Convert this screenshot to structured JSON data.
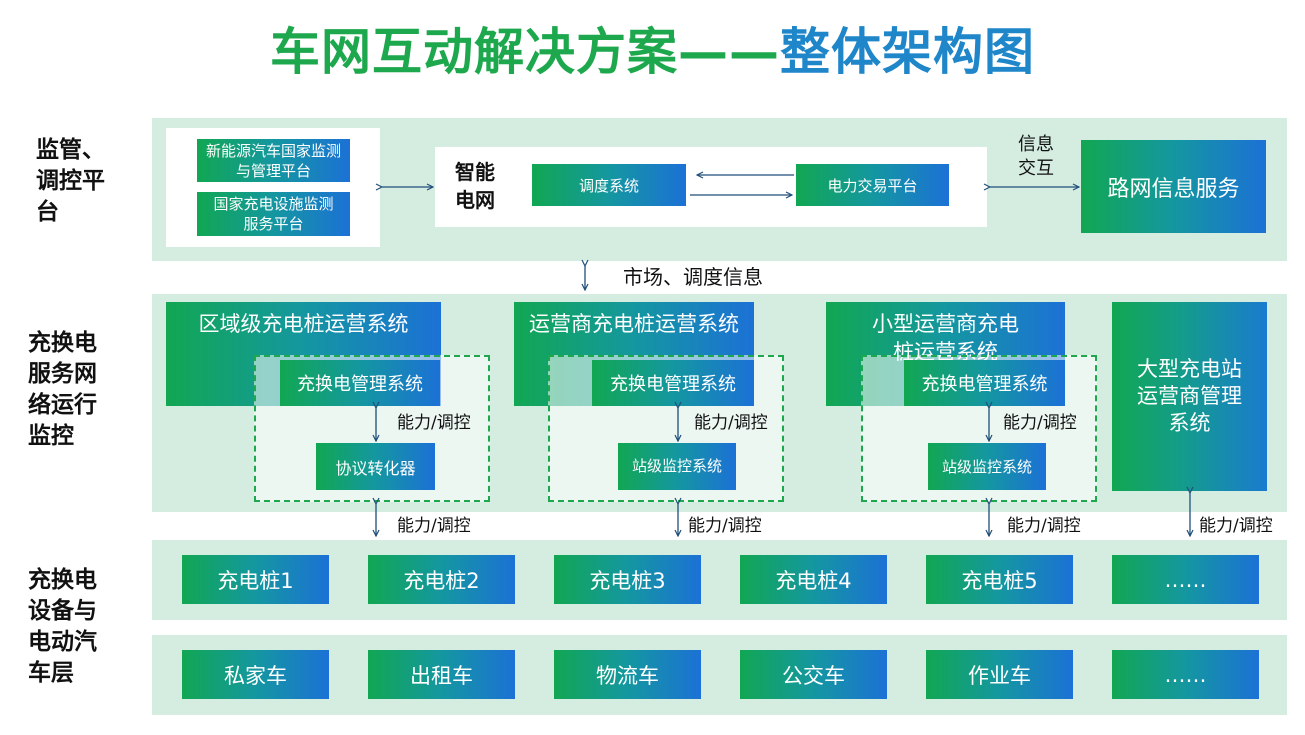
{
  "title": {
    "part1": "车网互动解决方案",
    "dash": "——",
    "part2": "整体架构图"
  },
  "layers": {
    "supervision": "监管、调控平台",
    "network": "充换电服务网络运行监控",
    "device": "充换电设备与电动汽车层"
  },
  "supervision": {
    "platform1": "新能源汽车国家监测与管理平台",
    "platform2": "国家充电设施监测服务平台",
    "smart_grid": "智能电网",
    "dispatch": "调度系统",
    "power_trading": "电力交易平台",
    "info_exchange": "信息交互",
    "road_info": "路网信息服务"
  },
  "market_info": "市场、调度信息",
  "operators": [
    {
      "title": "区域级充电桩运营系统",
      "mgmt": "充换电管理系统",
      "link": "能力/调控",
      "sub": "协议转化器"
    },
    {
      "title": "运营商充电桩运营系统",
      "mgmt": "充换电管理系统",
      "link": "能力/调控",
      "sub": "站级监控系统"
    },
    {
      "title": "小型运营商充电桩运营系统",
      "mgmt": "充换电管理系统",
      "link": "能力/调控",
      "sub": "站级监控系统"
    }
  ],
  "large_station": "大型充电站运营商管理系统",
  "down_links": [
    "能力/调控",
    "能力/调控",
    "能力/调控",
    "能力/调控"
  ],
  "chargers": [
    "充电桩1",
    "充电桩2",
    "充电桩3",
    "充电桩4",
    "充电桩5",
    "……"
  ],
  "vehicles": [
    "私家车",
    "出租车",
    "物流车",
    "公交车",
    "作业车",
    "……"
  ],
  "colors": {
    "green": "#1ea84e",
    "blue": "#1e86c9",
    "band": "#d5ede1"
  }
}
